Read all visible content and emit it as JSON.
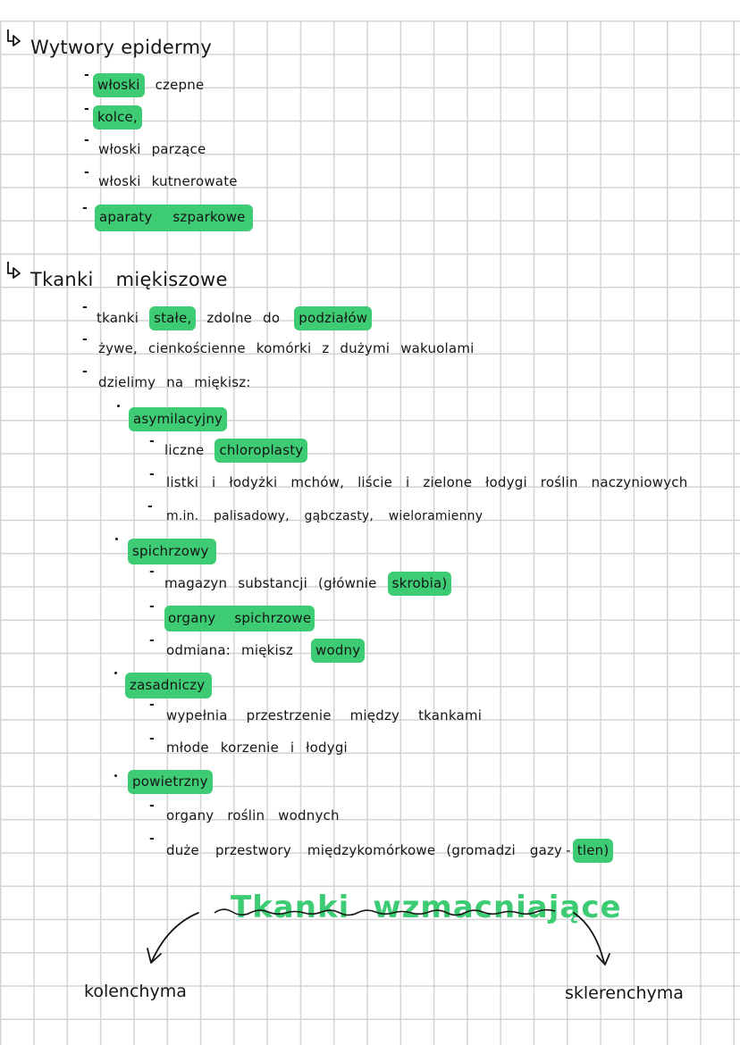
{
  "page": {
    "background": "#ffffff",
    "grid_color": "#d4d4d4",
    "highlight_color": "#3dcb74",
    "ink_color": "#161616"
  },
  "sections": [
    {
      "title": "Wytwory epidermy",
      "items": [
        {
          "tokens": [
            {
              "text": "włoski",
              "hl": true
            },
            {
              "text": "czepne",
              "hl": false
            }
          ]
        },
        {
          "tokens": [
            {
              "text": "kolce,",
              "hl": true
            }
          ]
        },
        {
          "tokens": [
            {
              "text": "włoski",
              "hl": false
            },
            {
              "text": "parzące",
              "hl": false
            }
          ]
        },
        {
          "tokens": [
            {
              "text": "włoski",
              "hl": false
            },
            {
              "text": "kutnerowate",
              "hl": false
            }
          ]
        },
        {
          "tokens": [
            {
              "text": "aparaty szparkowe",
              "hl": true
            }
          ]
        }
      ]
    },
    {
      "title": "Tkanki miękiszowe",
      "items": [
        {
          "tokens": [
            {
              "text": "tkanki",
              "hl": false
            },
            {
              "text": "stałe,",
              "hl": true
            },
            {
              "text": "zdolne",
              "hl": false
            },
            {
              "text": "do",
              "hl": false
            },
            {
              "text": "podziałów",
              "hl": true
            }
          ]
        },
        {
          "tokens": [
            {
              "text": "żywe,",
              "hl": false
            },
            {
              "text": "cienkościenne",
              "hl": false
            },
            {
              "text": "komórki",
              "hl": false
            },
            {
              "text": "z",
              "hl": false
            },
            {
              "text": "dużymi",
              "hl": false
            },
            {
              "text": "wakuolami",
              "hl": false
            }
          ]
        },
        {
          "tokens": [
            {
              "text": "dzielimy",
              "hl": false
            },
            {
              "text": "na",
              "hl": false
            },
            {
              "text": "miękisz:",
              "hl": false
            }
          ]
        }
      ],
      "types": [
        {
          "name": "asymilacyjny",
          "points": [
            {
              "tokens": [
                {
                  "text": "liczne",
                  "hl": false
                },
                {
                  "text": "chloroplasty",
                  "hl": true
                }
              ]
            },
            {
              "tokens": [
                {
                  "text": "listki i łodyżki mchów, liście i zielone łodygi roślin naczyniowych",
                  "hl": false
                }
              ]
            },
            {
              "tokens": [
                {
                  "text": "m.in. palisadowy, gąbczasty, wieloramienny",
                  "hl": false
                }
              ]
            }
          ]
        },
        {
          "name": "spichrzowy",
          "points": [
            {
              "tokens": [
                {
                  "text": "magazyn",
                  "hl": false
                },
                {
                  "text": "substancji",
                  "hl": false
                },
                {
                  "text": "(głównie",
                  "hl": false
                },
                {
                  "text": "skrobia)",
                  "hl": true
                }
              ]
            },
            {
              "tokens": [
                {
                  "text": "organy spichrzowe",
                  "hl": true
                }
              ]
            },
            {
              "tokens": [
                {
                  "text": "odmiana:",
                  "hl": false
                },
                {
                  "text": "miękisz",
                  "hl": false
                },
                {
                  "text": "wodny",
                  "hl": true
                }
              ]
            }
          ]
        },
        {
          "name": "zasadniczy",
          "points": [
            {
              "tokens": [
                {
                  "text": "wypełnia przestrzenie między tkankami",
                  "hl": false
                }
              ]
            },
            {
              "tokens": [
                {
                  "text": "młode korzenie i łodygi",
                  "hl": false
                }
              ]
            }
          ]
        },
        {
          "name": "powietrzny",
          "points": [
            {
              "tokens": [
                {
                  "text": "organy roślin wodnych",
                  "hl": false
                }
              ]
            },
            {
              "tokens": [
                {
                  "text": "duże",
                  "hl": false
                },
                {
                  "text": "przestwory",
                  "hl": false
                },
                {
                  "text": "międzykomórkowe",
                  "hl": false
                },
                {
                  "text": "(gromadzi",
                  "hl": false
                },
                {
                  "text": "gazy",
                  "hl": false
                },
                {
                  "text": "-",
                  "hl": false
                },
                {
                  "text": "tlen)",
                  "hl": true
                }
              ]
            }
          ]
        }
      ]
    }
  ],
  "diagram": {
    "headline_words": [
      "Tkanki",
      "wzmacniające"
    ],
    "strikethrough_text": "tkanki wzmacniające",
    "left_branch": "kolenchyma",
    "right_branch": "sklerenchyma"
  }
}
